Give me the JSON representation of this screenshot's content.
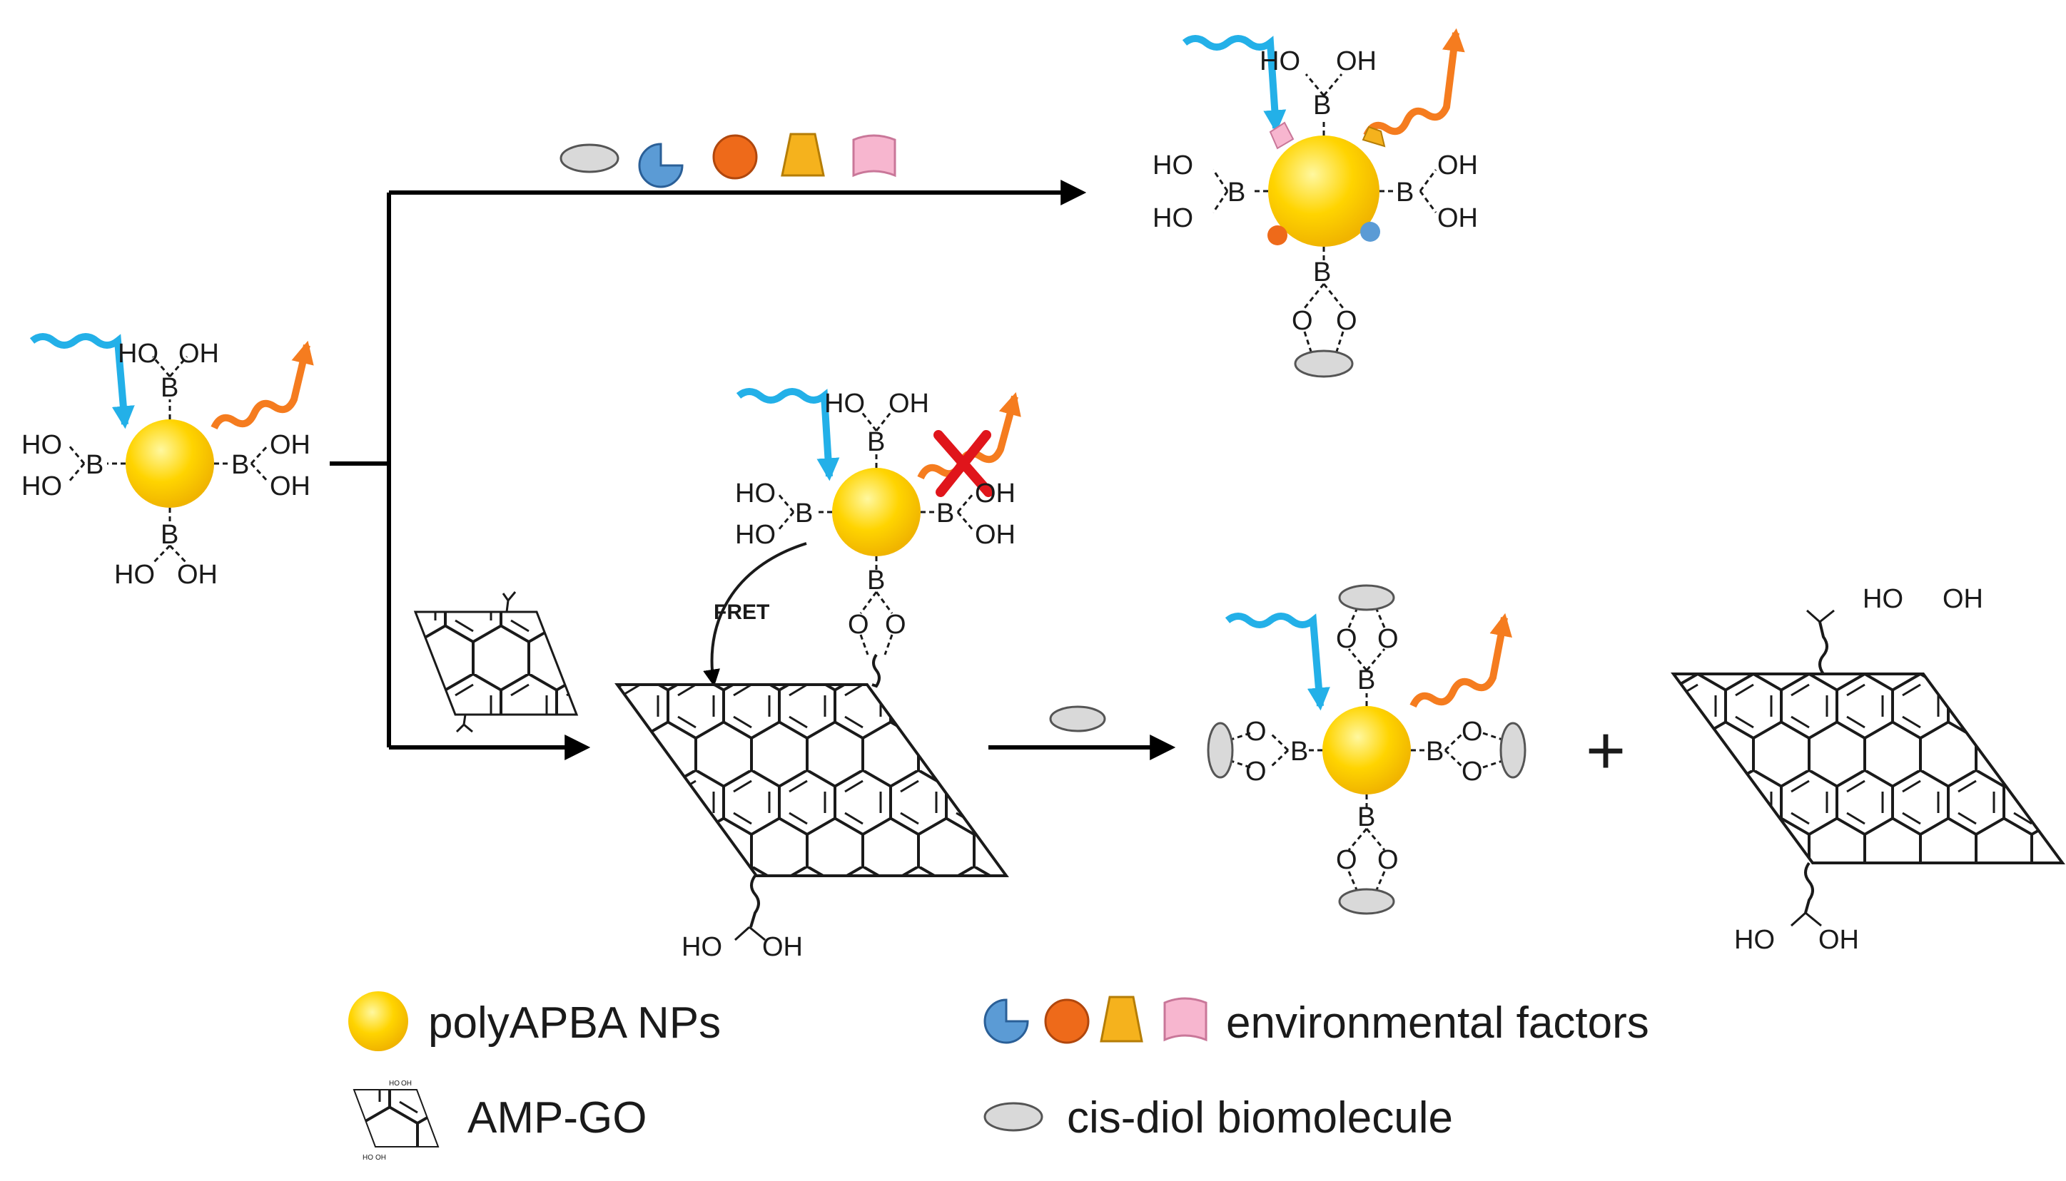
{
  "labels": {
    "ho": "HO",
    "oh": "OH",
    "b": "B",
    "o": "O",
    "fret": "FRET",
    "plus": "+"
  },
  "legend": {
    "nps": "polyAPBA NPs",
    "env": "environmental factors",
    "ampgo": "AMP-GO",
    "cisdiol": "cis-diol biomolecule"
  },
  "colors": {
    "np_core": "#ffd400",
    "np_edge": "#f0b400",
    "np_highlight": "#fff8a0",
    "excitation": "#23b0e8",
    "emission": "#f57c1f",
    "quench_mark": "#e0151b",
    "diol_fill": "#d9d9d9",
    "factor_blue": "#5b9bd5",
    "factor_orange": "#ee6a1a",
    "factor_yellow": "#f5b21d",
    "factor_pink": "#f7b6cf"
  },
  "icons": {
    "excitation": "wavy-arrow",
    "emission": "wavy-arrow",
    "quench": "cross-mark"
  }
}
